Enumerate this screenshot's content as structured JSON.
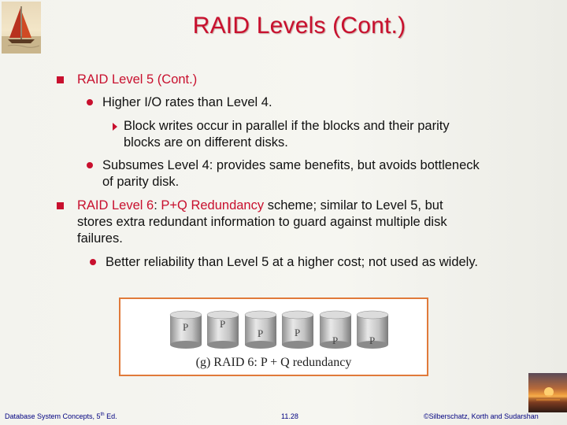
{
  "slide": {
    "title": "RAID Levels (Cont.)",
    "bullets": [
      {
        "text": "RAID Level 5 (Cont.)"
      },
      {
        "text": "Higher I/O rates than Level 4."
      },
      {
        "line1": "Block writes occur in parallel if the blocks and their parity",
        "line2": "blocks are on different disks."
      },
      {
        "line1": "Subsumes Level 4: provides same benefits, but avoids bottleneck",
        "line2": "of parity disk."
      },
      {
        "red_prefix": "RAID Level 6",
        "colon": ": ",
        "red_term": "P+Q Redundancy",
        "rest_line1": " scheme; similar to Level 5, but",
        "line2": "stores extra redundant information to guard against multiple disk",
        "line3": "failures."
      },
      {
        "text": "Better reliability than Level 5 at a higher cost; not used as widely."
      }
    ]
  },
  "figure": {
    "caption": "(g) RAID 6: P + Q redundancy",
    "disk_labels": [
      "P",
      "P",
      "P",
      "P",
      "P",
      "P"
    ]
  },
  "footer": {
    "left": "Database System Concepts, 5",
    "left_sup": "th",
    "left_end": " Ed.",
    "center": "11.28",
    "right": "©Silberschatz, Korth and Sudarshan"
  },
  "colors": {
    "accent": "#c8102e",
    "footer_text": "#000080",
    "figure_border": "#e07a3a"
  }
}
